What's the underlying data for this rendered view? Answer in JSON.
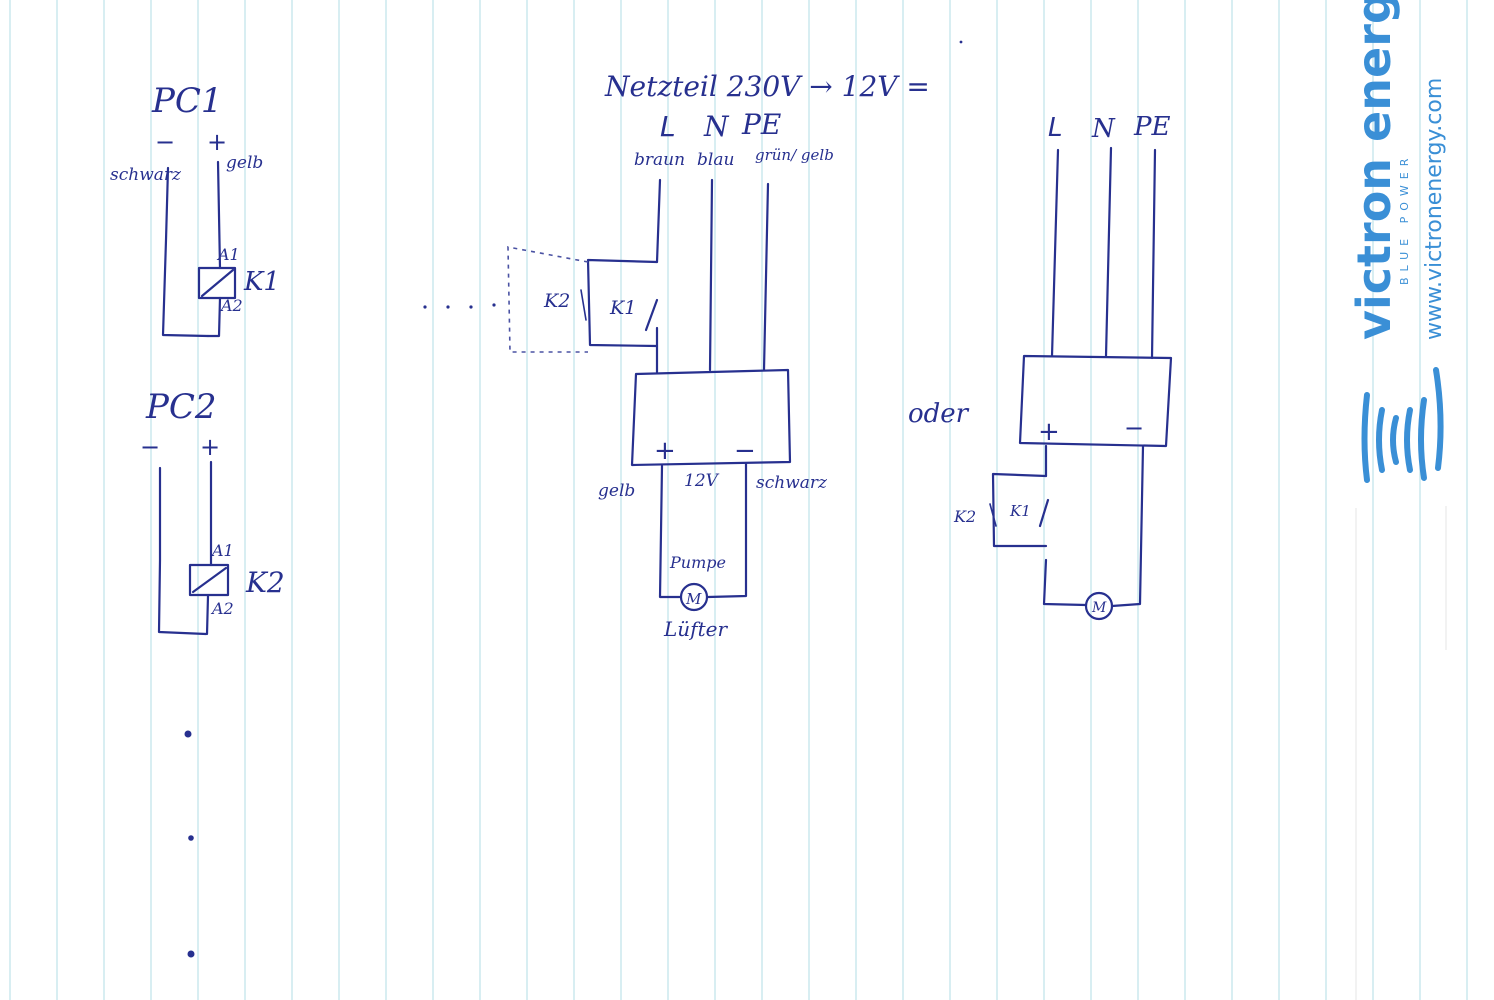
{
  "pc1": {
    "title": "PC1",
    "minus": "−",
    "plus": "+",
    "wire_left": "schwarz",
    "wire_right": "gelb",
    "a1": "A1",
    "a2": "A2",
    "relay": "K1"
  },
  "pc2": {
    "title": "PC2",
    "minus": "−",
    "plus": "+",
    "a1": "A1",
    "a2": "A2",
    "relay": "K2"
  },
  "psu": {
    "title": "Netzteil  230V → 12V =",
    "l": "L",
    "n": "N",
    "pe": "PE",
    "wire_l": "braun",
    "wire_n": "blau",
    "wire_pe": "grün/ gelb",
    "k2": "K2",
    "k1": "K1",
    "plus": "+",
    "minus": "−",
    "out_left": "gelb",
    "out_mid": "12V",
    "out_right": "schwarz",
    "load_top": "Pumpe",
    "motor": "M",
    "load_bottom": "Lüfter"
  },
  "alt": {
    "oder": "oder",
    "l": "L",
    "n": "N",
    "pe": "PE",
    "plus": "+",
    "minus": "−",
    "k2": "K2",
    "k1": "K1",
    "motor": "M"
  },
  "logo": {
    "brand": "victron energy",
    "tagline": "BLUE POWER",
    "url": "www.victronenergy.com"
  },
  "colors": {
    "ink": "#27308f",
    "rule": "#bfe3ea",
    "brand": "#3a8fd6"
  }
}
